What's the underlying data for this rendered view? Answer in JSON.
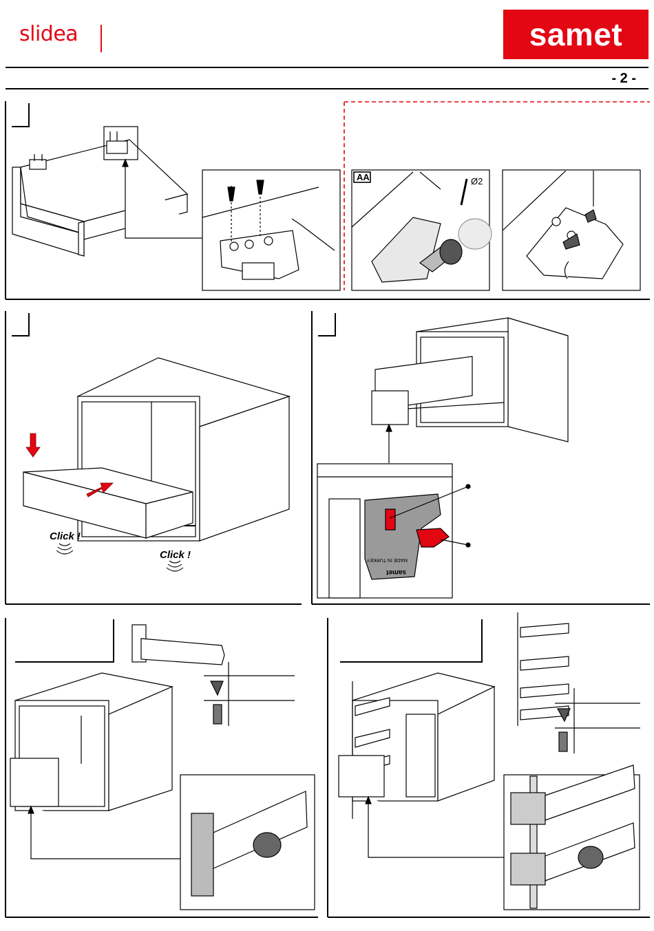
{
  "header": {
    "logo_left": "slidea",
    "brand": "samet",
    "page_number": "- 2 -"
  },
  "panels": {
    "detail_AA_label": "AA",
    "drill_size": "Ø2",
    "click_1": "Click !",
    "click_2": "Click !",
    "lock_made_in": "MADE IN TURKEY",
    "lock_brand": "samet"
  },
  "colors": {
    "brand_red": "#e30613",
    "line": "#000000",
    "part_grey": "#9a9a9a"
  }
}
